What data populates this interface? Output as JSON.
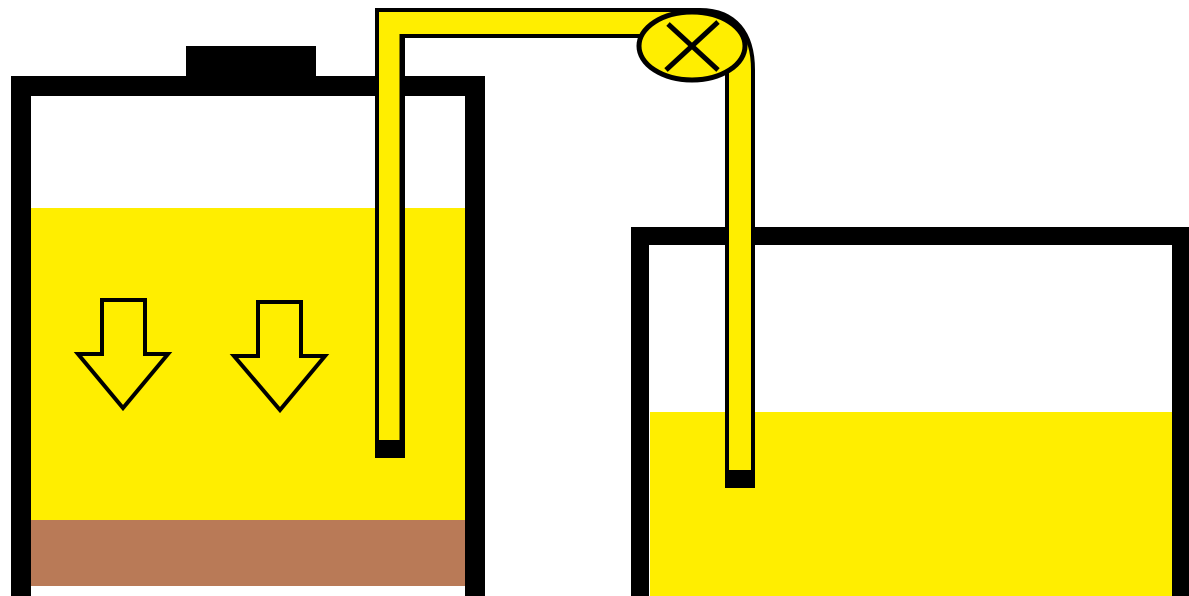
{
  "colors": {
    "background": "#ffffff",
    "outline": "#000000",
    "liquid": "#ffee00",
    "sediment": "#b97a57"
  },
  "diagram": {
    "elements": [
      {
        "name": "source-tank",
        "kind": "container"
      },
      {
        "name": "tank-cap",
        "kind": "cap"
      },
      {
        "name": "sediment-layer",
        "kind": "sediment"
      },
      {
        "name": "down-arrow-icon",
        "kind": "arrow",
        "count": 2
      },
      {
        "name": "siphon-tube",
        "kind": "tube"
      },
      {
        "name": "valve-icon",
        "kind": "valve"
      },
      {
        "name": "receiving-tank",
        "kind": "container"
      }
    ]
  }
}
